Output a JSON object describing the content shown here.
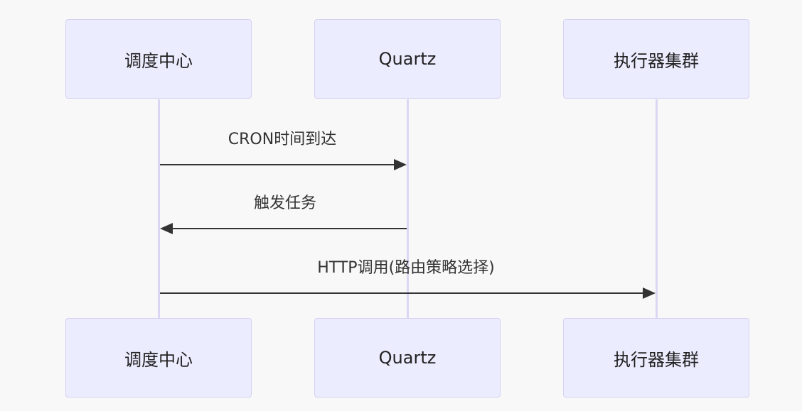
{
  "participants": [
    {
      "id": "scheduler",
      "label": "调度中心"
    },
    {
      "id": "quartz",
      "label": "Quartz"
    },
    {
      "id": "executors",
      "label": "执行器集群"
    }
  ],
  "messages": [
    {
      "from": "scheduler",
      "to": "quartz",
      "label": "CRON时间到达"
    },
    {
      "from": "quartz",
      "to": "scheduler",
      "label": "触发任务"
    },
    {
      "from": "scheduler",
      "to": "executors",
      "label": "HTTP调用(路由策略选择)"
    }
  ],
  "colors": {
    "background": "#f8f8f8",
    "actor_fill": "#ececff",
    "actor_border": "#d6d0f2",
    "lifeline": "#dcd6f4",
    "arrow": "#333333",
    "text": "#222222"
  }
}
